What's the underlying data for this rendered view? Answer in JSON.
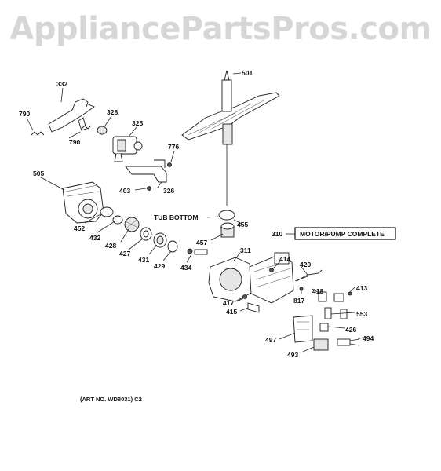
{
  "watermark": "AppliancePartsPros.com",
  "callouts": {
    "p501": "501",
    "p332": "332",
    "p790a": "790",
    "p328": "328",
    "p325": "325",
    "p790b": "790",
    "p776": "776",
    "p505": "505",
    "p403": "403",
    "p326": "326",
    "p455": "455",
    "p457": "457",
    "p310": "310",
    "p452": "452",
    "p432": "432",
    "p428": "428",
    "p427": "427",
    "p431": "431",
    "p429": "429",
    "p434": "434",
    "p311": "311",
    "p414": "414",
    "p420": "420",
    "p418": "418",
    "p413": "413",
    "p817": "817",
    "p553": "553",
    "p417": "417",
    "p415": "415",
    "p426": "426",
    "p497": "497",
    "p494": "494",
    "p493": "493"
  },
  "labels": {
    "tub_bottom": "TUB BOTTOM",
    "motor_pump": "MOTOR/PUMP COMPLETE",
    "art_no": "(ART NO. WD8031) C2"
  }
}
